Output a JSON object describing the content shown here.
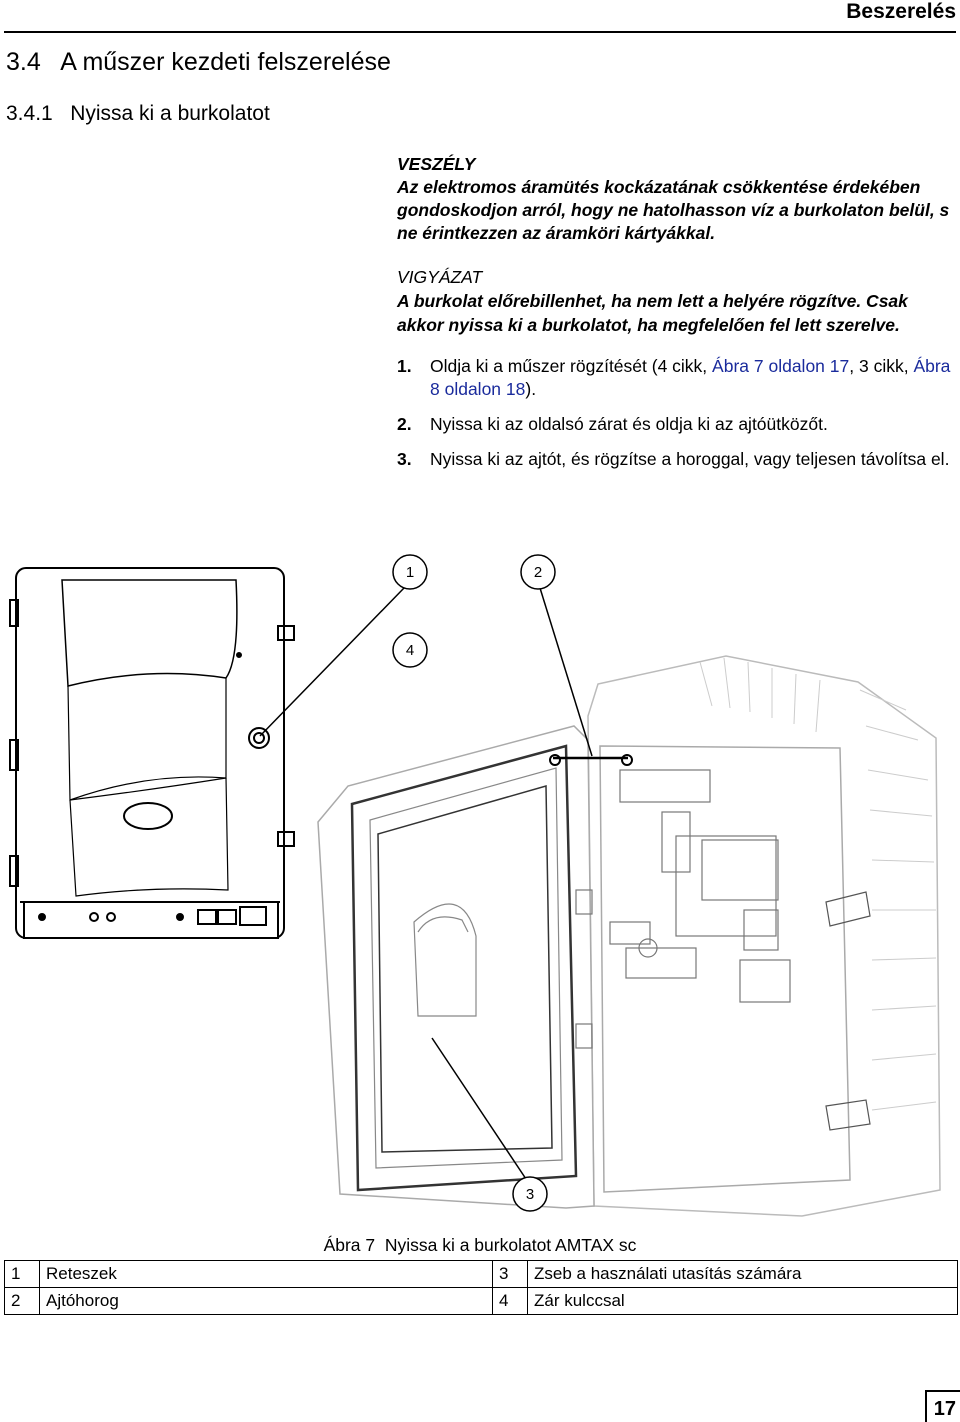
{
  "header": {
    "section": "Beszerelés"
  },
  "heading_1": "3.4   A műszer kezdeti felszerelése",
  "heading_2": "3.4.1   Nyissa ki a burkolatot",
  "danger": {
    "label": "VESZÉLY",
    "text": "Az elektromos áramütés kockázatának csökkentése érdekében gondoskodjon arról, hogy ne hatolhasson víz a burkolaton belül, s ne érintkezzen az áramköri kártyákkal."
  },
  "caution": {
    "label": "VIGYÁZAT",
    "text": "A burkolat előrebillenhet, ha nem lett a helyére rögzítve. Csak akkor nyissa ki a burkolatot, ha megfelelően fel lett szerelve."
  },
  "steps": [
    {
      "num": "1.",
      "pre": "Oldja ki a műszer rögzítését (4 cikk, ",
      "link1": "Ábra 7 oldalon 17",
      "mid": ", 3 cikk, ",
      "link2": "Ábra 8 oldalon 18",
      "post": ")."
    },
    {
      "num": "2.",
      "text": "Nyissa ki az oldalsó zárat és oldja ki az ajtóütközőt."
    },
    {
      "num": "3.",
      "text": "Nyissa ki az ajtót, és rögzítse a horoggal, vagy teljesen távolítsa el."
    }
  ],
  "figure": {
    "callouts": [
      "1",
      "2",
      "4",
      "3"
    ],
    "caption": "Ábra 7  Nyissa ki a burkolatot AMTAX sc"
  },
  "legend": [
    {
      "n1": "1",
      "t1": "Reteszek",
      "n2": "3",
      "t2": "Zseb a használati utasítás számára"
    },
    {
      "n1": "2",
      "t1": "Ajtóhorog",
      "n2": "4",
      "t2": "Zár kulccsal"
    }
  ],
  "page_number": "17"
}
